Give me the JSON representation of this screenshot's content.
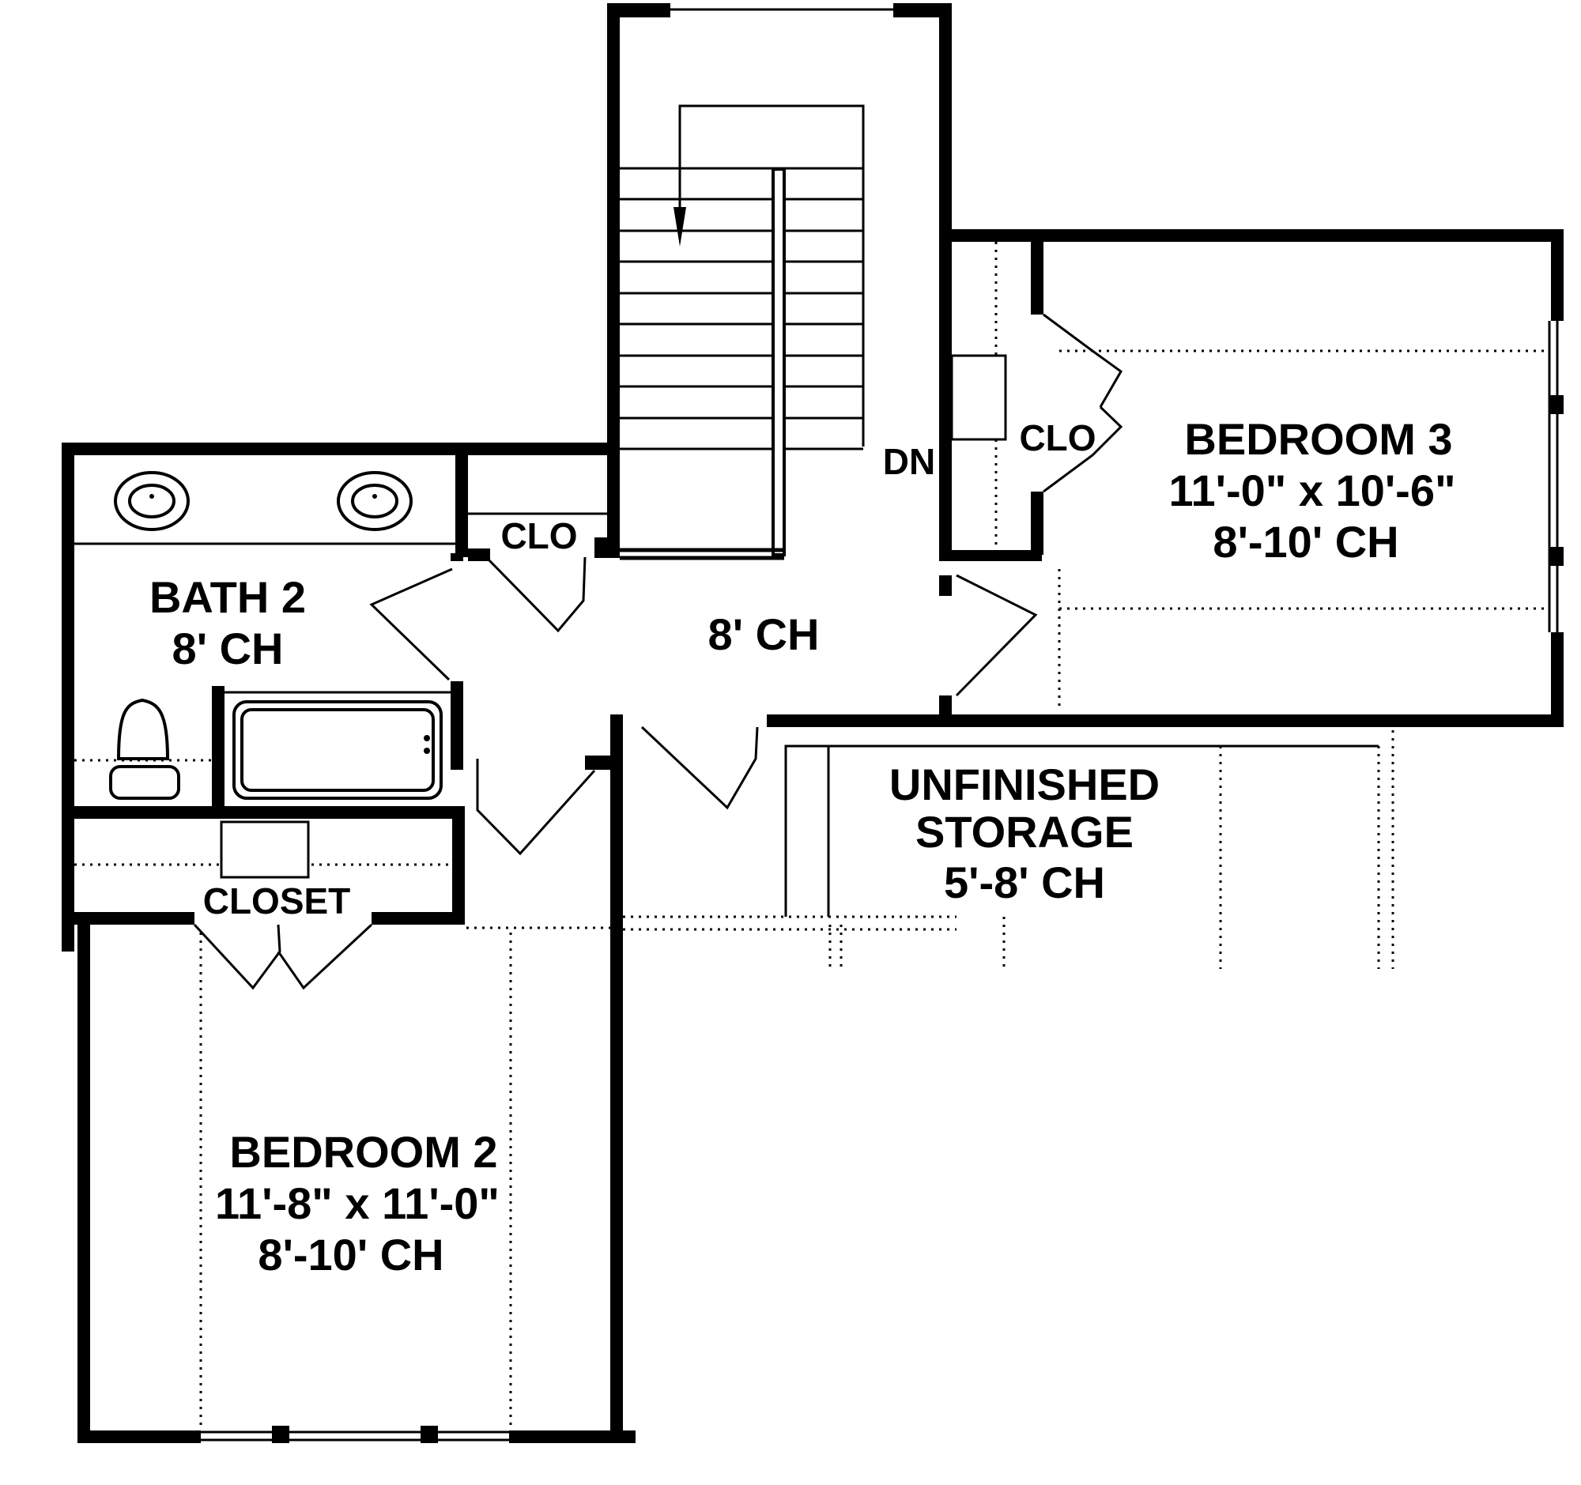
{
  "rooms": {
    "bedroom3": {
      "name": "BEDROOM 3",
      "size": "11'-0\" x 10'-6\"",
      "ceiling": "8'-10' CH"
    },
    "bedroom2": {
      "name": "BEDROOM 2",
      "size": "11'-8\" x 11'-0\"",
      "ceiling": "8'-10' CH"
    },
    "bath2": {
      "name": "BATH 2",
      "ceiling": "8' CH"
    },
    "hall": {
      "ceiling": "8' CH"
    },
    "storage": {
      "line1": "UNFINISHED",
      "line2": "STORAGE",
      "ceiling": "5'-8' CH"
    }
  },
  "labels": {
    "stair_direction": "DN",
    "closet_bedroom3": "CLO",
    "closet_hall": "CLO",
    "closet_bedroom2": "CLOSET"
  },
  "colors": {
    "line": "#000000",
    "background": "#ffffff"
  }
}
